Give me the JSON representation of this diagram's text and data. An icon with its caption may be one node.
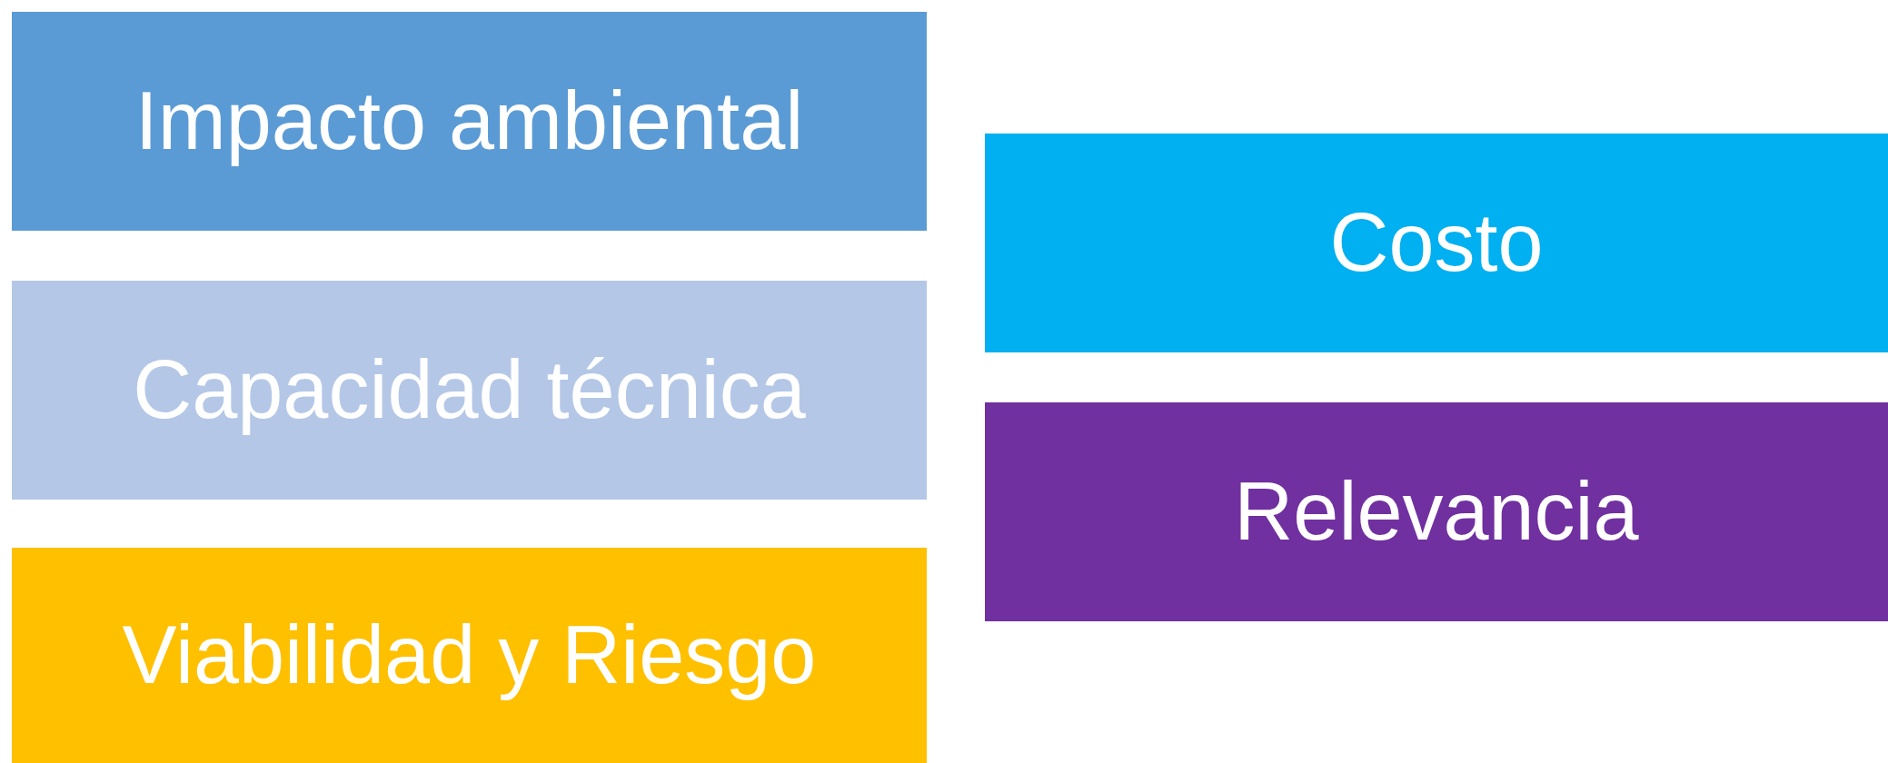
{
  "diagram": {
    "nodes": [
      {
        "text": [
          "Impacto ambiental"
        ]
      },
      {
        "text": [
          "Capacidad técnica"
        ]
      },
      {
        "text": [
          "Viabilidad y Riesgo"
        ]
      },
      {
        "text": [
          "Costo"
        ]
      },
      {
        "text": [
          "Relevancia"
        ]
      }
    ]
  }
}
